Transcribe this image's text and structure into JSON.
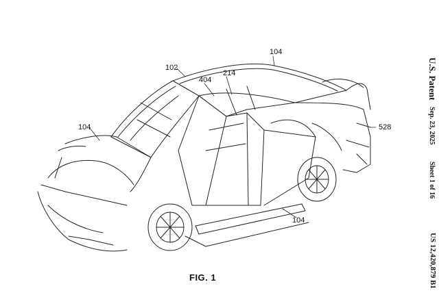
{
  "header": {
    "publication": "U.S. Patent",
    "date": "Sep. 23, 2025",
    "sheet": "Sheet 1 of 16",
    "patent_number": "US 12,420,879 B1"
  },
  "figure": {
    "caption": "FIG. 1",
    "reference_numerals": [
      "104",
      "102",
      "214",
      "404",
      "104",
      "528",
      "104"
    ]
  }
}
